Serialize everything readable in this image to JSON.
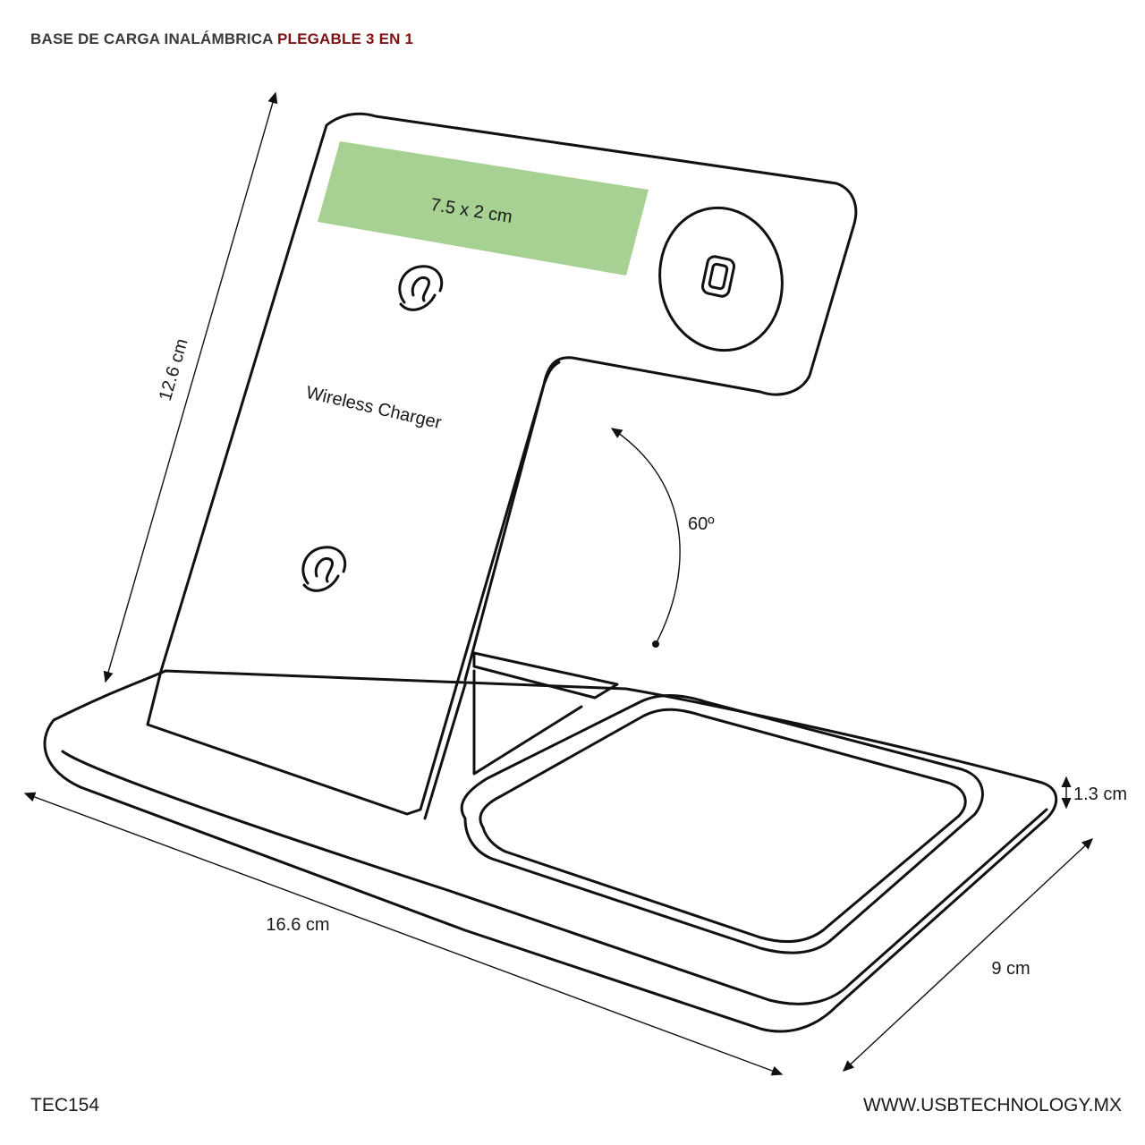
{
  "title": {
    "part1": "BASE DE CARGA INALÁMBRICA",
    "part2": "PLEGABLE 3 EN 1"
  },
  "print_area": {
    "label": "7.5 x 2 cm",
    "color": "#a6d193"
  },
  "device_label": "Wireless Charger",
  "dimensions": {
    "height": "12.6 cm",
    "length": "16.6 cm",
    "width": "9 cm",
    "thickness": "1.3 cm",
    "angle": "60º"
  },
  "footer": {
    "code": "TEC154",
    "website": "WWW.USBTECHNOLOGY.MX"
  },
  "colors": {
    "accent": "#7b1113",
    "line": "#111111"
  },
  "icons": [
    "charging-coil-icon",
    "watch-puck-icon"
  ]
}
